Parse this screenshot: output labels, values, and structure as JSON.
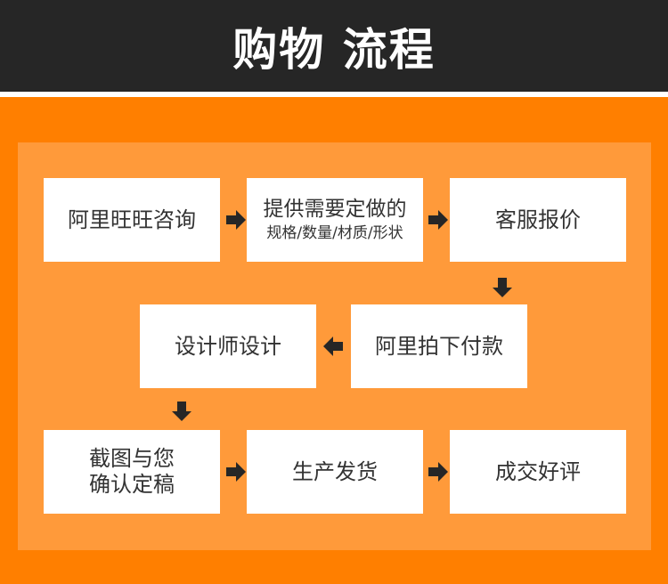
{
  "header": {
    "title": "购物 流程"
  },
  "colors": {
    "header_bg": "#262626",
    "page_bg": "#ff7f00",
    "panel_bg": "#ff9a3a",
    "box_bg": "#ffffff",
    "arrow": "#262626"
  },
  "steps": [
    {
      "label": "阿里旺旺咨询"
    },
    {
      "label": "提供需要定做的",
      "sub": "规格/数量/材质/形状"
    },
    {
      "label": "客服报价"
    },
    {
      "label": "阿里拍下付款"
    },
    {
      "label": "设计师设计"
    },
    {
      "label": "截图与您",
      "label2": "确认定稿"
    },
    {
      "label": "生产发货"
    },
    {
      "label": "成交好评"
    }
  ],
  "arrows": [
    {
      "icon": "arrow-right-icon"
    },
    {
      "icon": "arrow-right-icon"
    },
    {
      "icon": "arrow-down-icon"
    },
    {
      "icon": "arrow-left-icon"
    },
    {
      "icon": "arrow-down-icon"
    },
    {
      "icon": "arrow-right-icon"
    },
    {
      "icon": "arrow-right-icon"
    }
  ]
}
